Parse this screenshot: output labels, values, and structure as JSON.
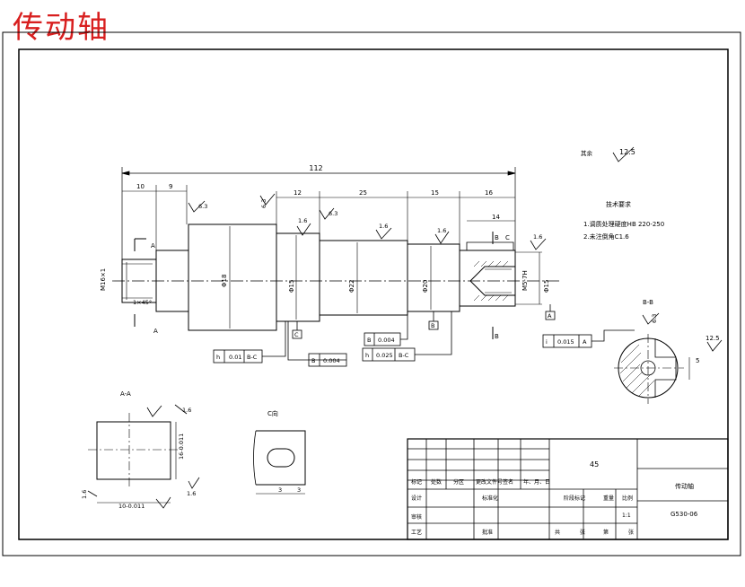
{
  "title": "传动轴",
  "dimensions": {
    "overall": "112",
    "d10": "10",
    "d9": "9",
    "d12": "12",
    "d25": "25",
    "d15": "15",
    "d16": "16",
    "d14": "14",
    "dia1": "Φ18",
    "dia2": "Φ15",
    "dia3": "Φ22",
    "dia4": "Φ20",
    "dia5": "Φ15",
    "thread_left": "M16×1",
    "thread_right": "M5-7H",
    "chamfer": "1×45°",
    "key_w": "5",
    "key_a": "3",
    "key_b": "3",
    "section_dim1": "16-0.011",
    "section_dim2": "10-0.011"
  },
  "roughness": {
    "r63a": "6.3",
    "r63b": "6.3",
    "r63c": "6.3",
    "r16a": "1.6",
    "r16b": "1.6",
    "r16c": "1.6",
    "r16d": "1.6",
    "r16e": "1.6",
    "r16f": "1.6",
    "r16g": "1.6",
    "r125": "12.5",
    "r125b": "12.5",
    "r63d": "6.3",
    "other": "其余"
  },
  "tolerances": {
    "t1_sym": "h",
    "t1_val": "0.01",
    "t1_ref": "B-C",
    "t2_sym": "B",
    "t2_val": "0.004",
    "t3_sym": "B",
    "t3_val": "0.004",
    "t4_sym": "h",
    "t4_val": "0.025",
    "t4_ref": "B-C",
    "t5_sym": "i",
    "t5_val": "0.015",
    "t5_ref": "A"
  },
  "datums": {
    "a": "A",
    "b": "B",
    "c": "C",
    "section_a": "A",
    "section_b": "B",
    "section_c": "C"
  },
  "notes": {
    "heading": "技术要求",
    "line1": "1.调质处理硬度HB 220-250",
    "line2": "2.未注倒角C1.6"
  },
  "views": {
    "aa": "A-A",
    "bb": "B-B",
    "cc": "C向"
  },
  "title_block": {
    "material": "45",
    "part_name": "传动轴",
    "drawing_no": "G530-06",
    "scale": "1:1",
    "rows": [
      "标记",
      "处数",
      "分区",
      "更改文件号",
      "签名",
      "年、月、日"
    ],
    "design": "设计",
    "standard": "标准化",
    "stage_mark": "阶段标记",
    "weight": "重量",
    "ratio": "比例",
    "review": "审核",
    "process": "工艺",
    "approve": "批准",
    "sheet_total": "共",
    "sheet_of": "张",
    "sheet_no": "第",
    "sheet_of2": "张"
  }
}
